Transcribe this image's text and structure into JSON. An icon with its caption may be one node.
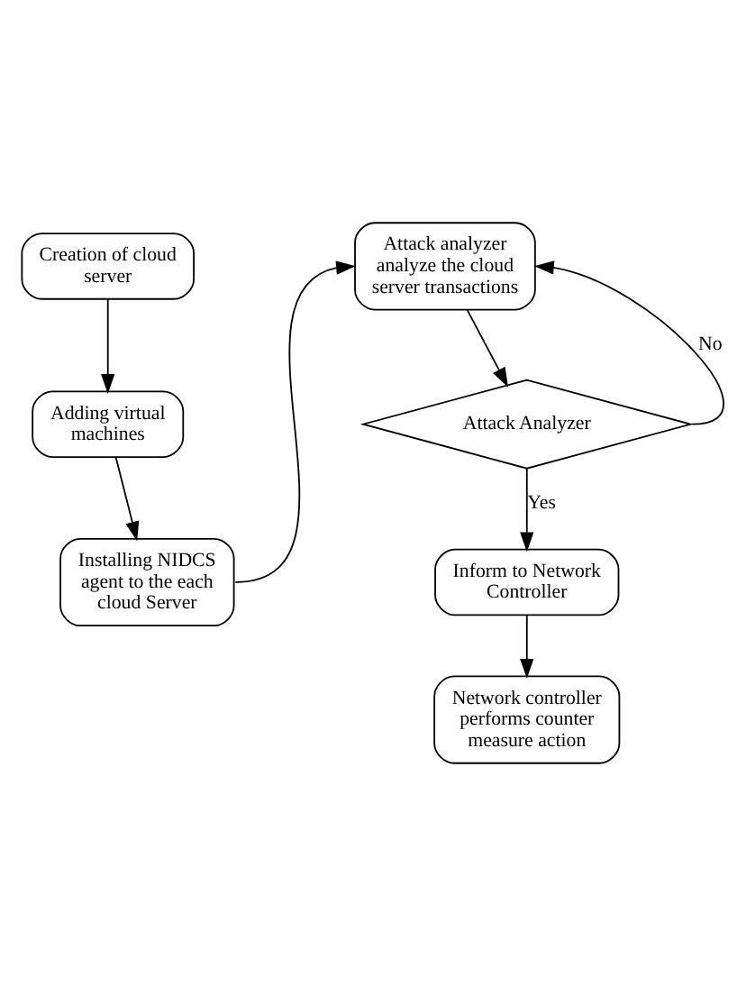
{
  "diagram": {
    "nodes": [
      {
        "text": [
          "Creation of cloud server"
        ]
      },
      {
        "text": [
          "Adding virtual machines"
        ]
      },
      {
        "text": [
          "Installing NIDCS agent to the each cloud Server"
        ]
      },
      {
        "text": [
          "Attack analyzer analyze the cloud server transactions"
        ]
      },
      {
        "text": [
          "Attack Analyzer"
        ]
      },
      {
        "text": [
          "Inform to Network Controller"
        ]
      },
      {
        "text": [
          "Network controller performs counter measure action"
        ]
      }
    ],
    "edges": [
      {
        "from": 0,
        "to": 1,
        "arrow": "to"
      },
      {
        "from": 1,
        "to": 2,
        "arrow": "to"
      },
      {
        "from": 2,
        "to": 3,
        "arrow": "to"
      },
      {
        "from": 3,
        "to": 4,
        "arrow": "to"
      },
      {
        "from": 4,
        "to": 5,
        "arrow": "to",
        "label": "Yes"
      },
      {
        "from": 5,
        "to": 6,
        "arrow": "to"
      },
      {
        "from": 4,
        "to": 3,
        "arrow": "to",
        "label": "No"
      }
    ]
  }
}
